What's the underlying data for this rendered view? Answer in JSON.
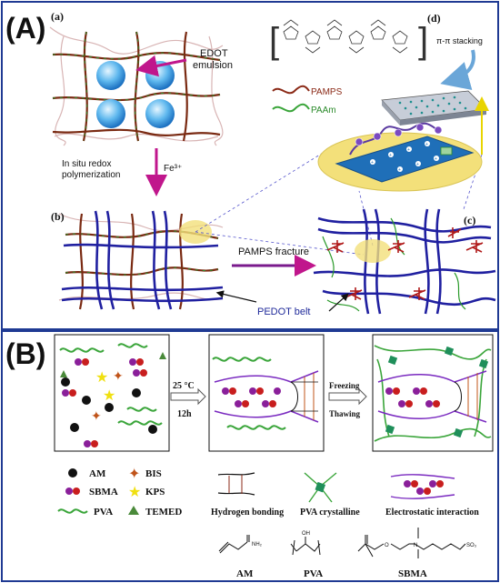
{
  "panel_a": {
    "label": "(A)",
    "sub_a": "(a)",
    "sub_b": "(b)",
    "sub_c": "(c)",
    "sub_d": "(d)",
    "edot_line1": "EDOT",
    "edot_line2": "emulsion",
    "redox_line1": "In situ redox",
    "redox_line2": "polymerization",
    "fe": "Fe³⁺",
    "pi_stacking": "π-π stacking",
    "legend_pamps": "PAMPS",
    "legend_paam": "PAAm",
    "pamps_fracture": "PAMPS fracture",
    "pedot_belt": "PEDOT belt"
  },
  "panel_b": {
    "label": "(B)",
    "temp": "25 °C",
    "time": "12h",
    "freezing": "Freezing",
    "thawing": "Thawing",
    "legend": {
      "am": "AM",
      "bis": "BIS",
      "sbma": "SBMA",
      "kps": "KPS",
      "pva": "PVA",
      "temed": "TEMED",
      "hbond": "Hydrogen bonding",
      "pva_cryst": "PVA crystalline",
      "electro": "Electrostatic interaction"
    },
    "structures": {
      "am": "AM",
      "pva": "PVA",
      "sbma": "SBMA",
      "nh2": "NH₂",
      "oh": "OH",
      "o": "O",
      "n": "N",
      "so3": "SO₃"
    }
  },
  "colors": {
    "frame": "#1f3a93",
    "pedot": "#2a2aa8",
    "pamps": "#8b2a17",
    "paam": "#3aa53a",
    "arrow": "#c0168c",
    "sphere": "#3aa0e0",
    "ellipse": "#f3e07a"
  }
}
